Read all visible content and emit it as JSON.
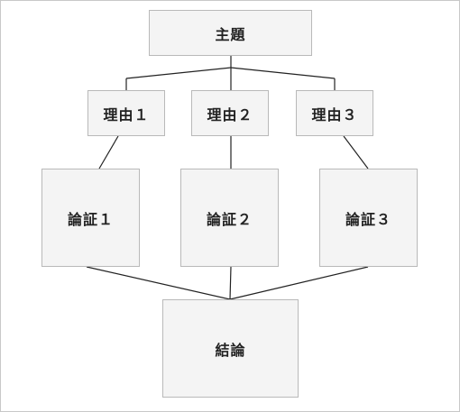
{
  "topic": "主題",
  "reasons": [
    "理由１",
    "理由２",
    "理由３"
  ],
  "arguments": [
    "論証１",
    "論証２",
    "論証３"
  ],
  "conclusion": "結論",
  "colors": {
    "node_fill": "#f4f4f4",
    "node_border": "#b9b9b9",
    "line": "#222222",
    "text": "#222222"
  }
}
